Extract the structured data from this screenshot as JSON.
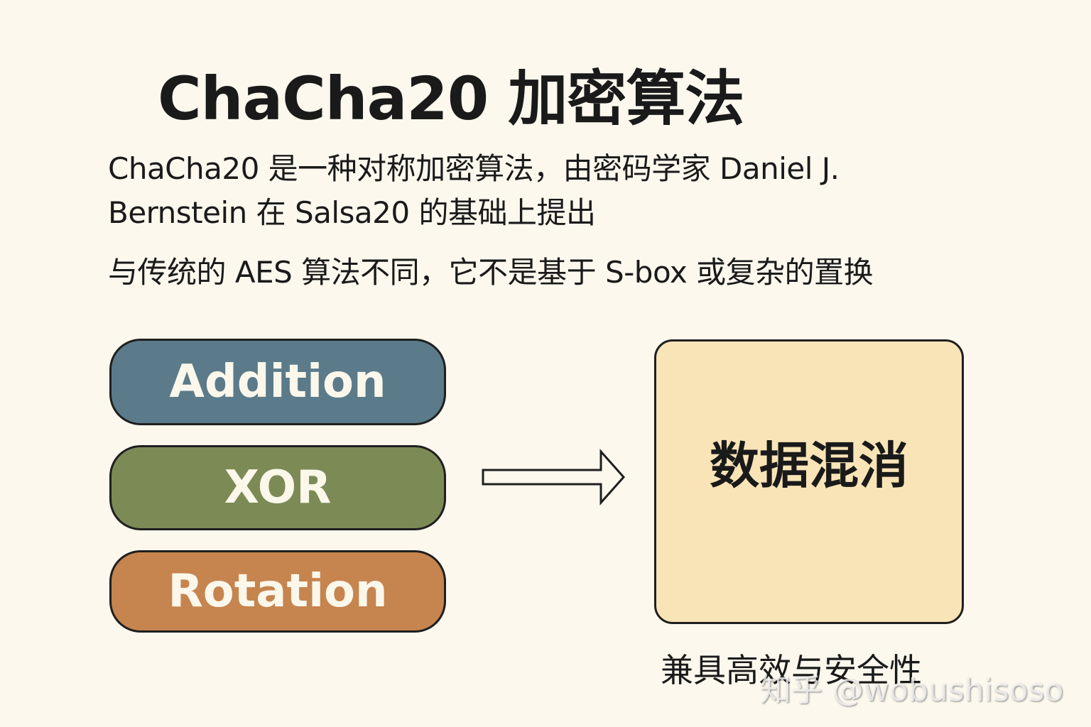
{
  "title": "ChaCha20 加密算法",
  "description": {
    "line1": "ChaCha20 是一种对称加密算法，由密码学家 Daniel J.",
    "line2": "Bernstein 在 Salsa20 的基础上提出",
    "line3": "与传统的 AES 算法不同，它不是基于 S-box 或复杂的置换"
  },
  "operations": [
    {
      "label": "Addition",
      "color": "#5b7b8b"
    },
    {
      "label": "XOR",
      "color": "#7c8a56"
    },
    {
      "label": "Rotation",
      "color": "#c6844f"
    }
  ],
  "arrow_icon": "hollow-right-arrow",
  "result_box": {
    "label": "数据混消",
    "color": "#f8e4b6"
  },
  "caption": "兼具高效与安全性",
  "watermark": "知乎 @wobushisoso",
  "colors": {
    "background": "#fcf8ee",
    "border": "#1f1f1f"
  }
}
